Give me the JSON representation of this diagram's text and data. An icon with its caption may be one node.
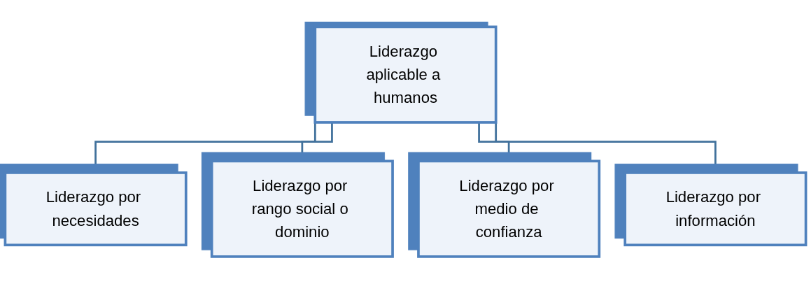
{
  "diagram": {
    "nodes": [
      {
        "text": [
          "Liderazgo aplicable a humanos"
        ]
      },
      {
        "text": [
          "Liderazgo por necesidades"
        ]
      },
      {
        "text": [
          "Liderazgo por rango social o dominio"
        ]
      },
      {
        "text": [
          "Liderazgo por medio de confianza"
        ]
      },
      {
        "text": [
          "Liderazgo por información"
        ]
      }
    ],
    "edges": [
      {
        "from": 0,
        "to": 1,
        "arrow": "none"
      },
      {
        "from": 0,
        "to": 2,
        "arrow": "none"
      },
      {
        "from": 0,
        "to": 3,
        "arrow": "none"
      },
      {
        "from": 0,
        "to": 4,
        "arrow": "none"
      }
    ]
  }
}
